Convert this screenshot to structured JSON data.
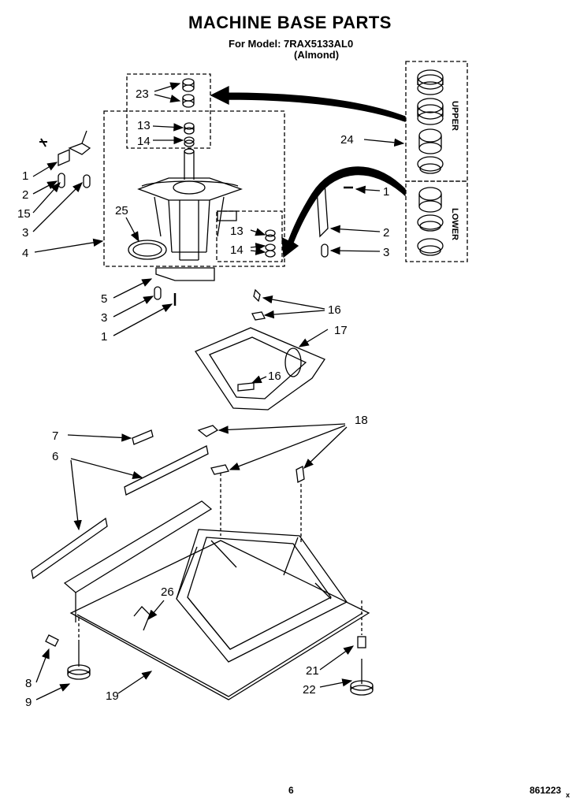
{
  "header": {
    "title": "MACHINE BASE PARTS",
    "model_line": "For Model: 7RAX5133AL0",
    "color_line": "(Almond)"
  },
  "legend": {
    "upper": "UPPER",
    "lower": "LOWER"
  },
  "callouts": {
    "c23": "23",
    "c13a": "13",
    "c14a": "14",
    "c24": "24",
    "c1a": "1",
    "c2a": "2",
    "c15": "15",
    "c3a": "3",
    "c25": "25",
    "c4": "4",
    "c1b": "1",
    "c2b": "2",
    "c13b": "13",
    "c14b": "14",
    "c3b": "3",
    "c5": "5",
    "c3c": "3",
    "c1c": "1",
    "c16a": "16",
    "c17": "17",
    "c16b": "16",
    "c7": "7",
    "c18": "18",
    "c6": "6",
    "c26": "26",
    "c8": "8",
    "c9": "9",
    "c19": "19",
    "c21": "21",
    "c22": "22"
  },
  "footer": {
    "page": "6",
    "code": "861223",
    "suffix": "x"
  }
}
